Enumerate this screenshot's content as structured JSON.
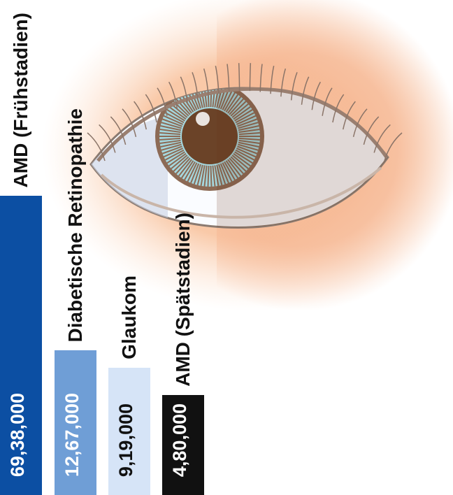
{
  "chart_data": {
    "type": "bar",
    "orientation": "vertical",
    "categories": [
      "AMD (Frühstadien)",
      "Diabetische Retinopathie",
      "Glaukom",
      "AMD (Spätstadien)"
    ],
    "values": [
      6938000,
      1267000,
      919000,
      480000
    ],
    "value_labels": [
      "69,38,000",
      "12,67,000",
      "9,19,000",
      "4,80,000"
    ],
    "colors": [
      "#0c4fa3",
      "#6f9ed6",
      "#d6e4f7",
      "#111111"
    ],
    "value_label_colors": [
      "#ffffff",
      "#ffffff",
      "#111111",
      "#ffffff"
    ],
    "title": "",
    "xlabel": "",
    "ylabel": "",
    "grid": false,
    "legend": "none"
  },
  "illustration": {
    "icon": "eye-illustration",
    "glow_color": "#f9c9a8",
    "iris_color": "#a5d8df",
    "pupil_color": "#6b4328"
  }
}
